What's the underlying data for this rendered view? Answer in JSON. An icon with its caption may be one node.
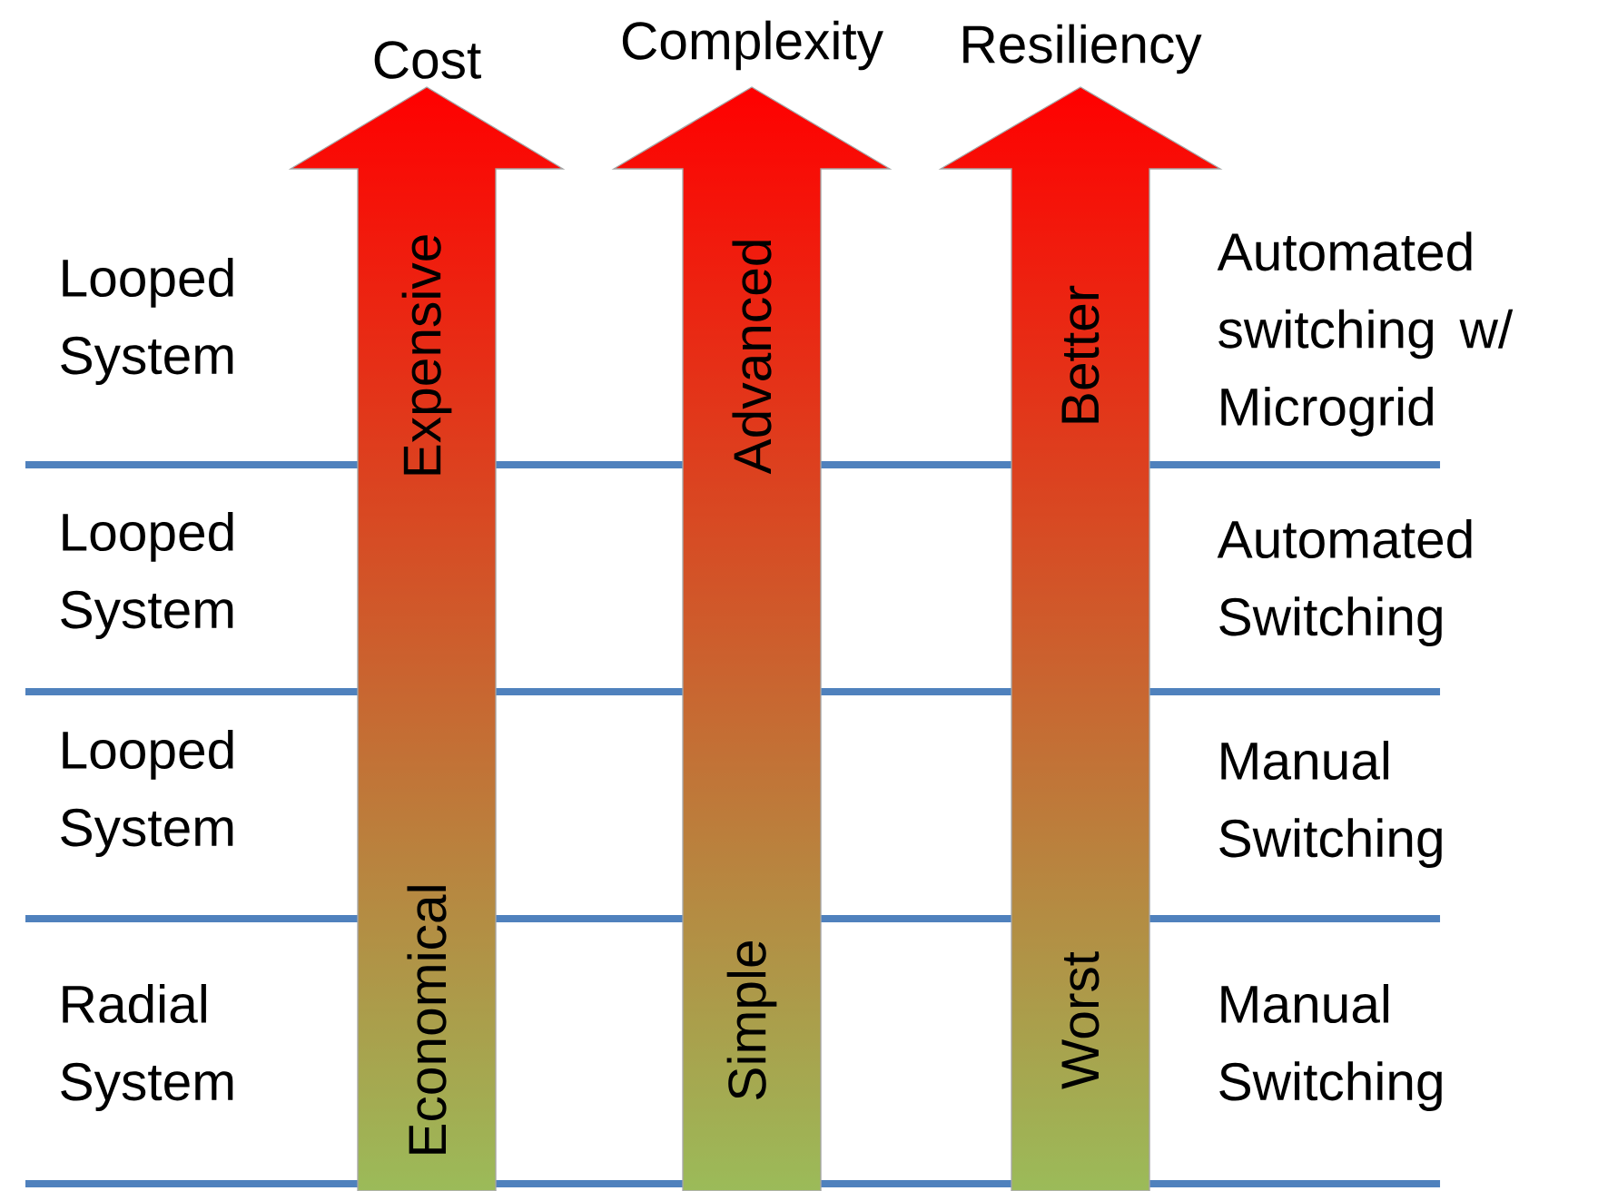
{
  "diagram": {
    "nodes": [
      {
        "text": [
          "Cost",
          "Expensive",
          "Economical"
        ]
      },
      {
        "text": [
          "Complexity",
          "Advanced",
          "Simple"
        ]
      },
      {
        "text": [
          "Resiliency",
          "Better",
          "Worst"
        ]
      }
    ],
    "labels": [
      "Looped System",
      "Automated switching w/ Microgrid",
      "Looped System",
      "Automated Switching",
      "Looped System",
      "Manual Switching",
      "Radial System",
      "Manual Switching"
    ]
  }
}
